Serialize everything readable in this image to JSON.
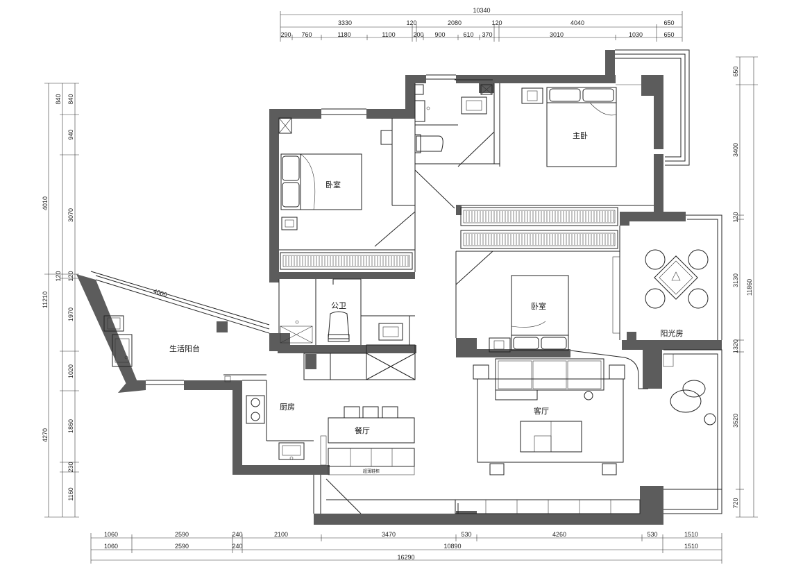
{
  "dimensions": {
    "top_total": "10340",
    "top_row1": [
      "3330",
      "120",
      "2080",
      "120",
      "4040",
      "650"
    ],
    "top_row2": [
      "290",
      "760",
      "1180",
      "1100",
      "200",
      "900",
      "610",
      "370",
      "3010",
      "1030",
      "650"
    ],
    "bottom_row1": [
      "1060",
      "2590",
      "240",
      "2100",
      "3470",
      "530",
      "4260",
      "530",
      "1510"
    ],
    "bottom_row2": [
      "1060",
      "2590",
      "240",
      "10890",
      "1510"
    ],
    "bottom_total": "16290",
    "left_outer": [
      "4010",
      "11210",
      "4270"
    ],
    "left_inner": [
      "840",
      "940",
      "3070",
      "120",
      "1970",
      "1020",
      "1860",
      "230",
      "1160"
    ],
    "left_extra": [
      "840",
      "120"
    ],
    "right_outer": [
      "650",
      "3400",
      "11860",
      "3520",
      "720"
    ],
    "right_inner": [
      "120",
      "3130",
      "1320"
    ],
    "balcony_length": "4000"
  },
  "rooms": {
    "master_bedroom": "主卧",
    "bedroom_left": "卧室",
    "bedroom_right": "卧室",
    "public_bath": "公卫",
    "utility_balcony": "生活阳台",
    "kitchen": "厨房",
    "dining": "餐厅",
    "living": "客厅",
    "sunroom": "阳光房",
    "cabinet_note": "超薄鞋柜"
  }
}
